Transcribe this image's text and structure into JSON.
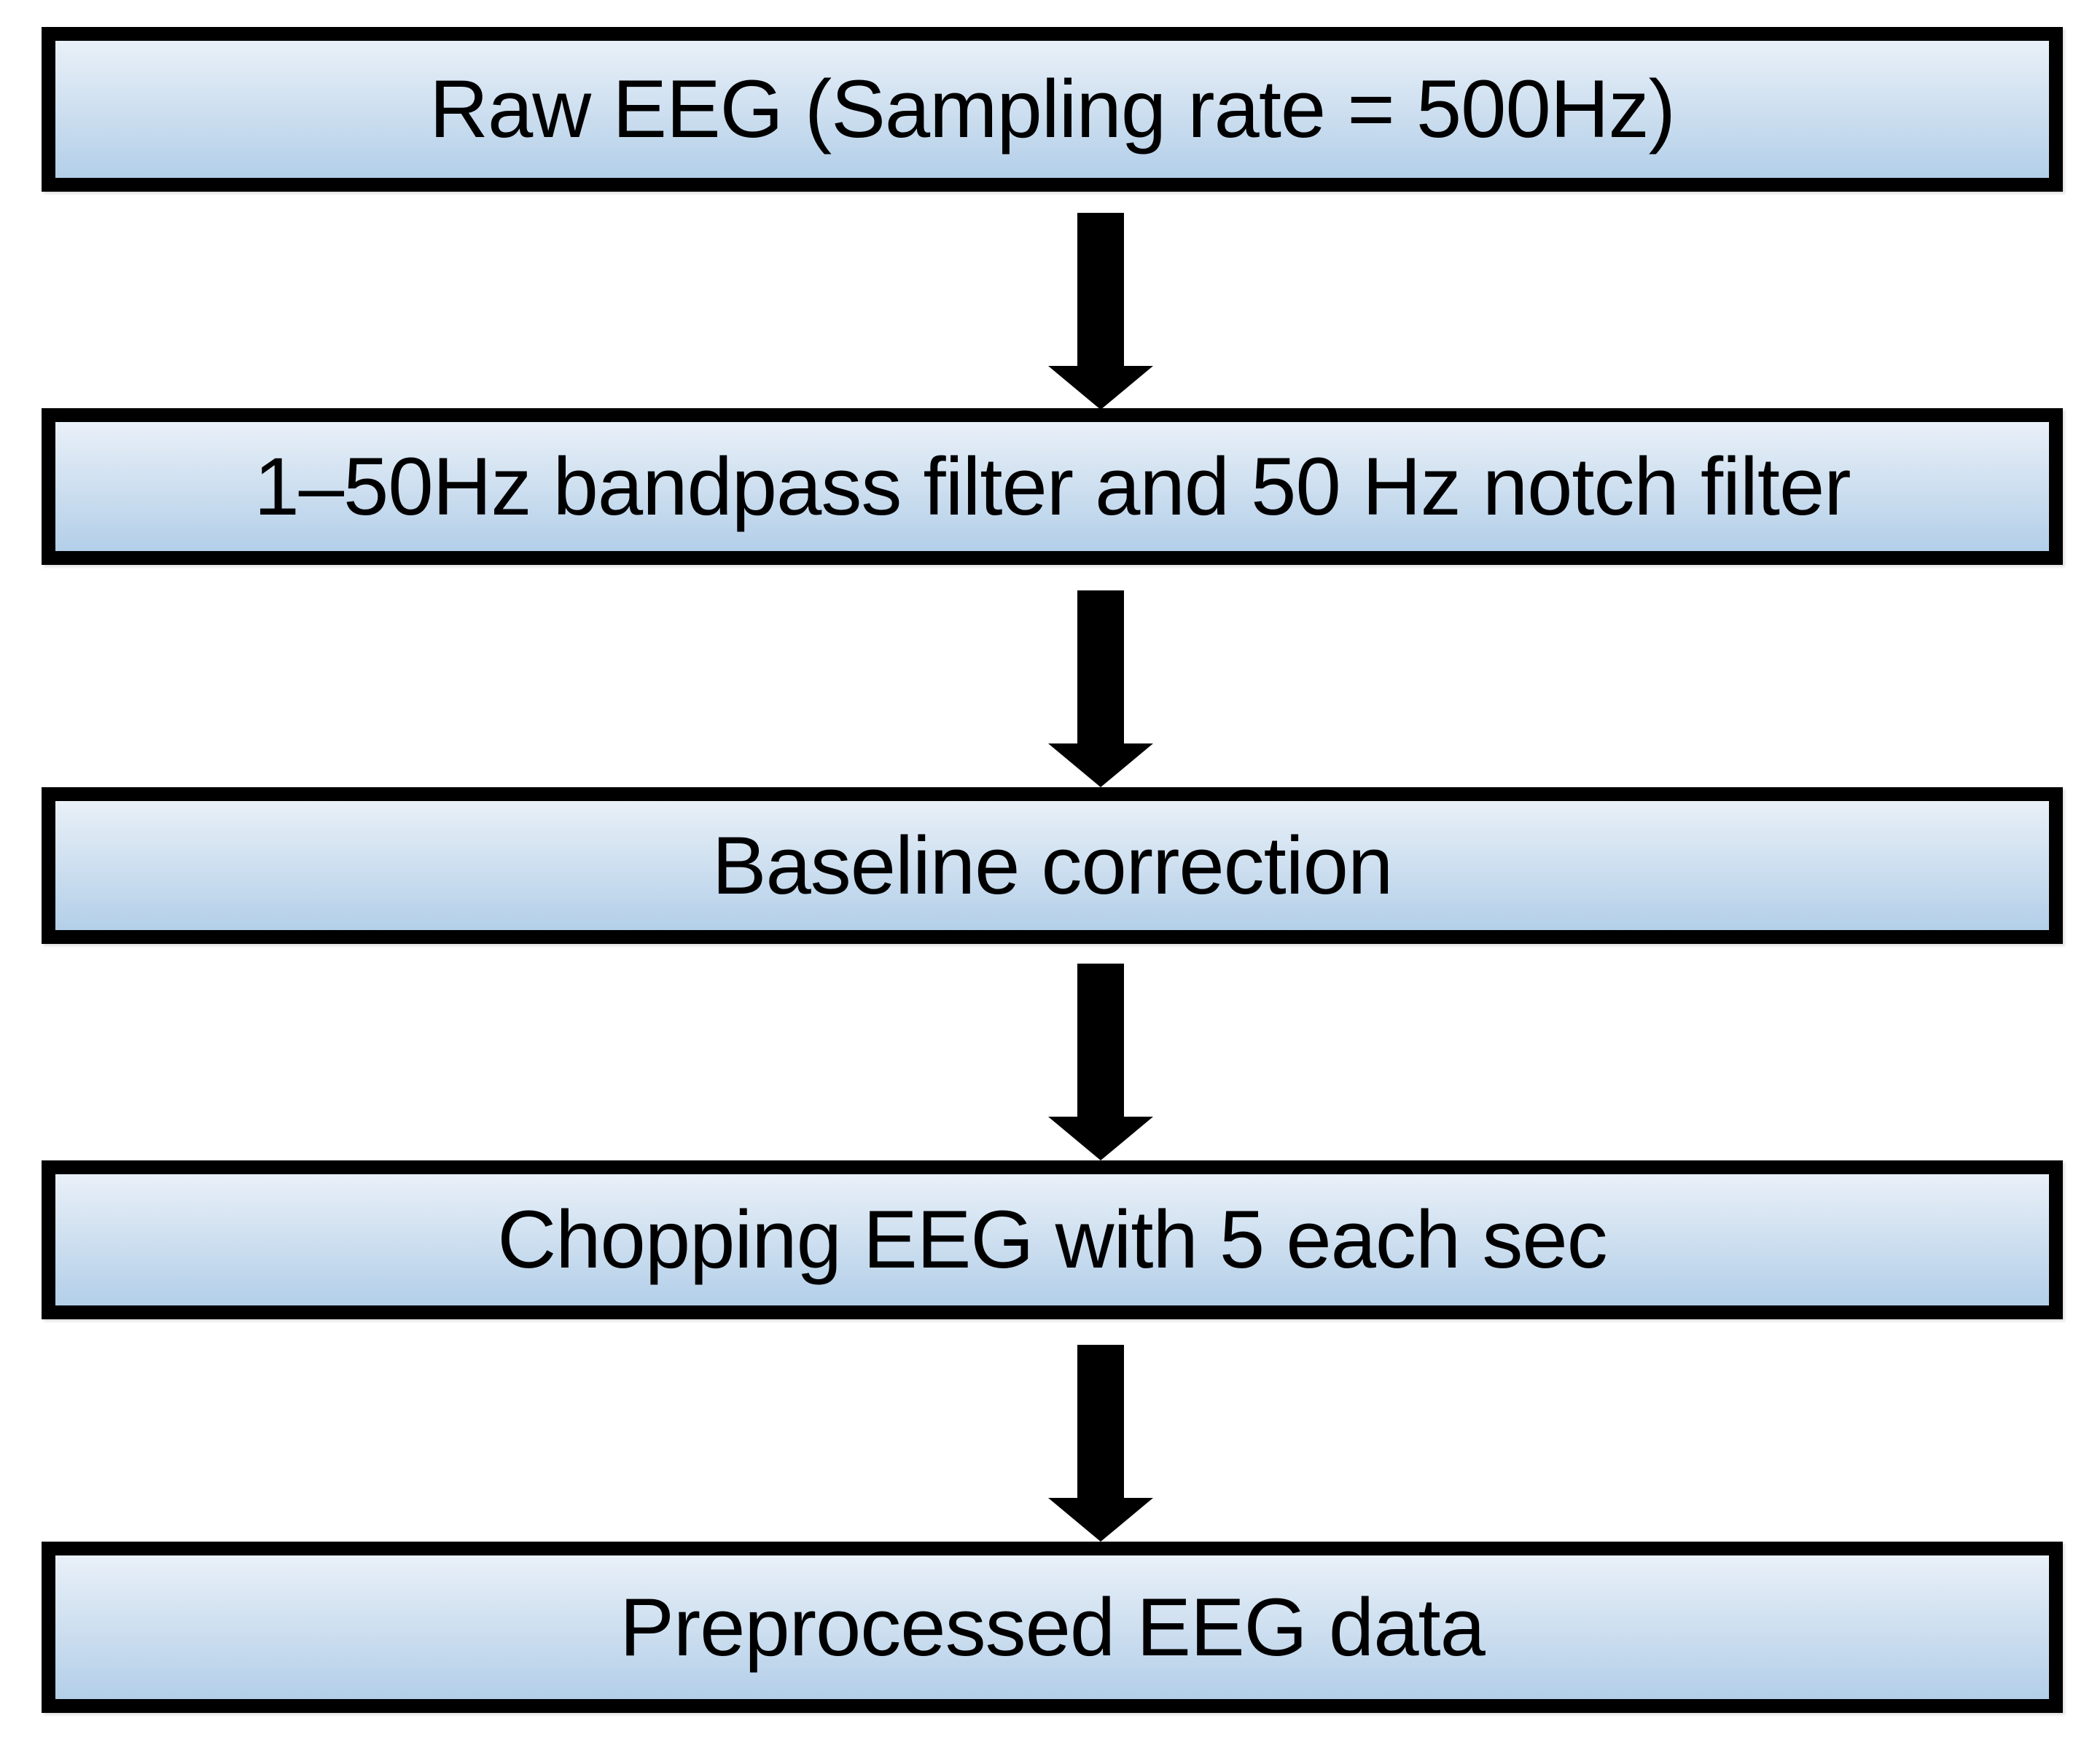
{
  "figure": {
    "type": "flowchart",
    "direction": "top-down",
    "steps": [
      {
        "label": "Raw EEG (Sampling rate = 500Hz)"
      },
      {
        "label": "1–50Hz bandpass filter and 50 Hz notch filter"
      },
      {
        "label": "Baseline correction"
      },
      {
        "label": "Chopping EEG with 5 each sec"
      },
      {
        "label": "Preprocessed EEG data"
      }
    ],
    "connectors": [
      {
        "from": 0,
        "to": 1,
        "type": "down-arrow"
      },
      {
        "from": 1,
        "to": 2,
        "type": "down-arrow"
      },
      {
        "from": 2,
        "to": 3,
        "type": "down-arrow"
      },
      {
        "from": 3,
        "to": 4,
        "type": "down-arrow"
      }
    ],
    "colors": {
      "background": "#ffffff",
      "box_border": "#000000",
      "box_fill_top": "#e9f0f8",
      "box_fill_mid": "#cfe0f0",
      "box_fill_bottom": "#b3cfe9",
      "text": "#000000",
      "arrow": "#000000"
    }
  }
}
